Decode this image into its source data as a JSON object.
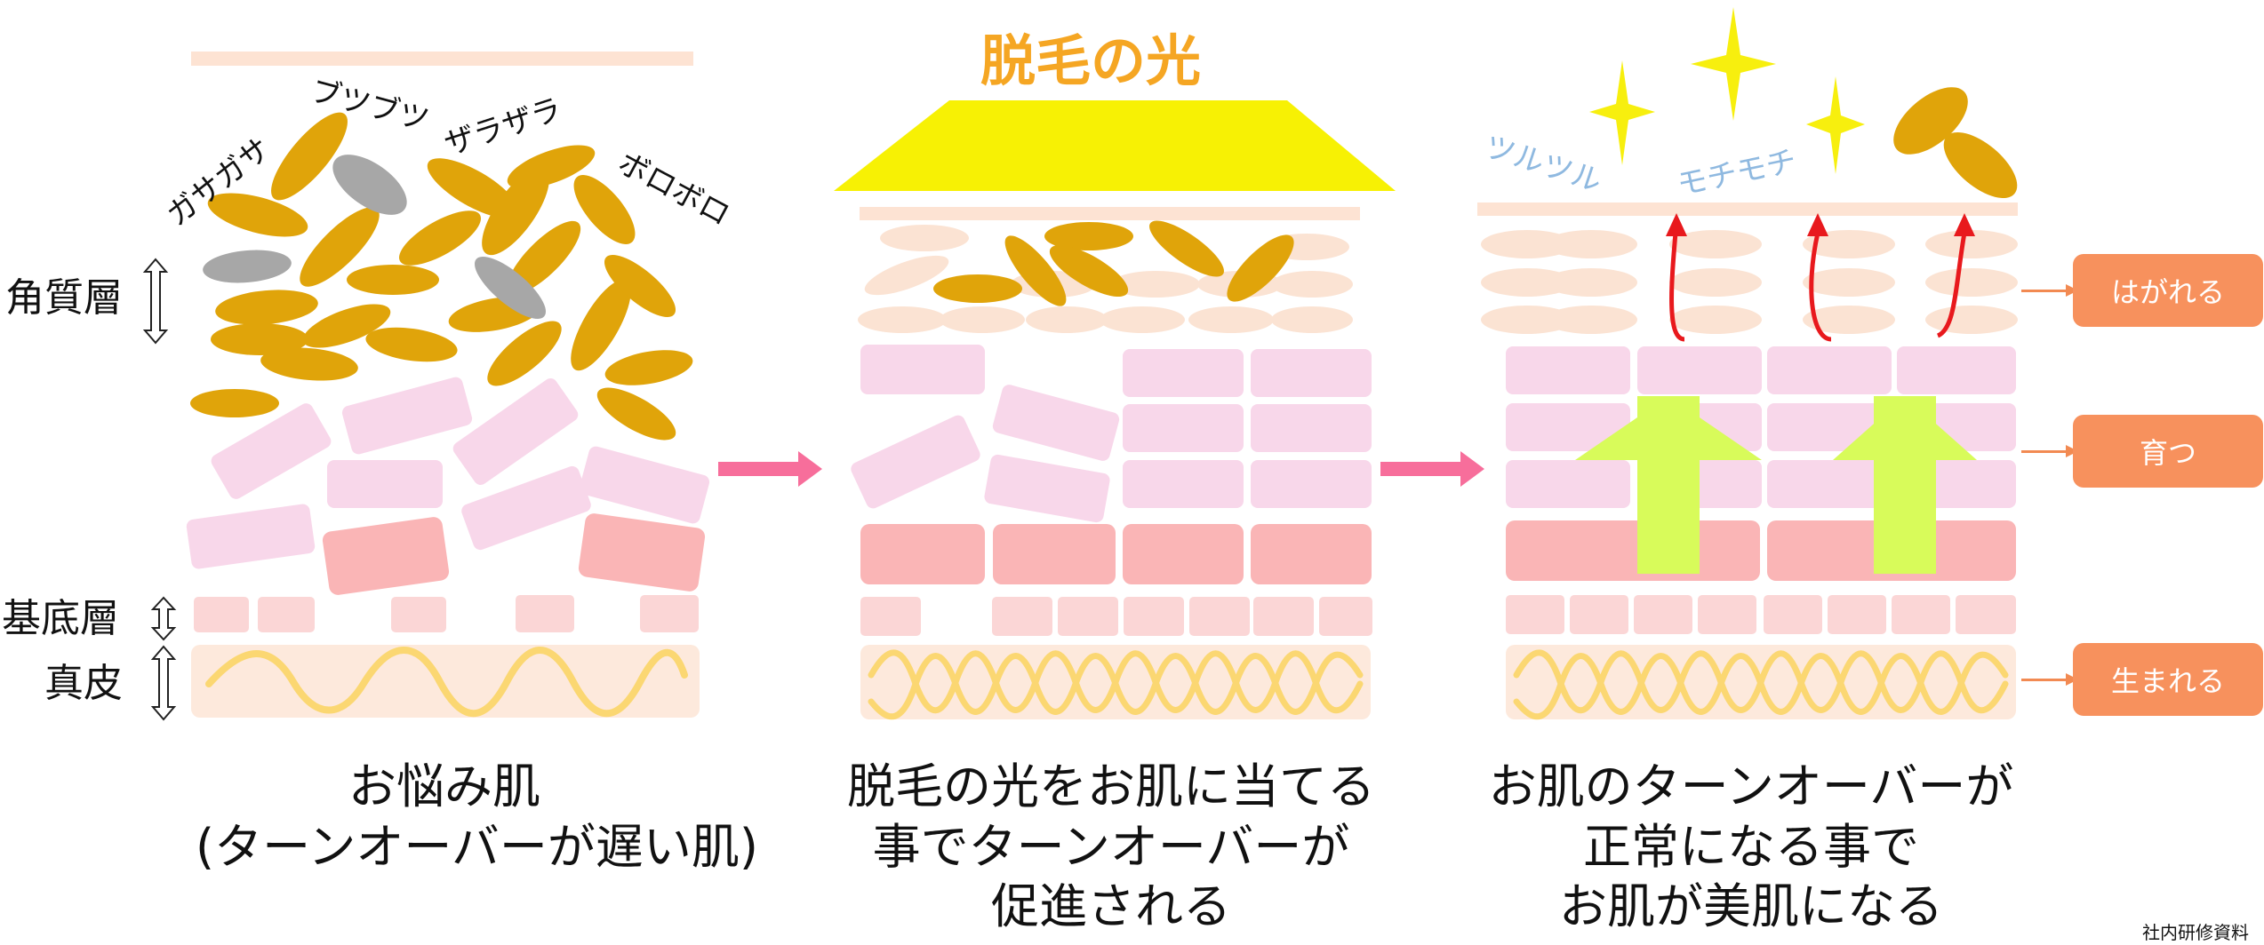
{
  "layers": {
    "stratum_corneum": "角質層",
    "basal_layer": "基底層",
    "dermis": "真皮"
  },
  "panel1": {
    "textures": [
      "ガサガサ",
      "ブツブツ",
      "ザラザラ",
      "ボロボロ"
    ],
    "caption": [
      "お悩み肌",
      "(ターンオーバーが遅い肌)"
    ]
  },
  "panel2": {
    "light_title": "脱毛の光",
    "caption": [
      "脱毛の光をお肌に当てる",
      "事でターンオーバーが",
      "促進される"
    ]
  },
  "panel3": {
    "textures": [
      "ツルツル",
      "モチモチ"
    ],
    "caption": [
      "お肌のターンオーバーが",
      "正常になる事で",
      "お肌が美肌になる"
    ],
    "stages": [
      "はがれる",
      "育つ",
      "生まれる"
    ]
  },
  "footer_note": "社内研修資料",
  "colors": {
    "flake": "#e0a40a",
    "flake_grey": "#a7a7a7",
    "cell_light": "#f8d7ea",
    "cell_dark": "#fab5b6",
    "basal": "#fbd6d6",
    "dermis_bg": "#fde9dc",
    "fiber": "#fbd772",
    "light_beam": "#f7f104",
    "light_title": "#f5a623",
    "arrow_pink": "#f76e9b",
    "arrow_green": "#d8fb5a",
    "arrow_red": "#e8191d",
    "sparkle": "#f7ef0e",
    "pill": "#f7915d",
    "bubble_blue": "#8fb9e0"
  }
}
